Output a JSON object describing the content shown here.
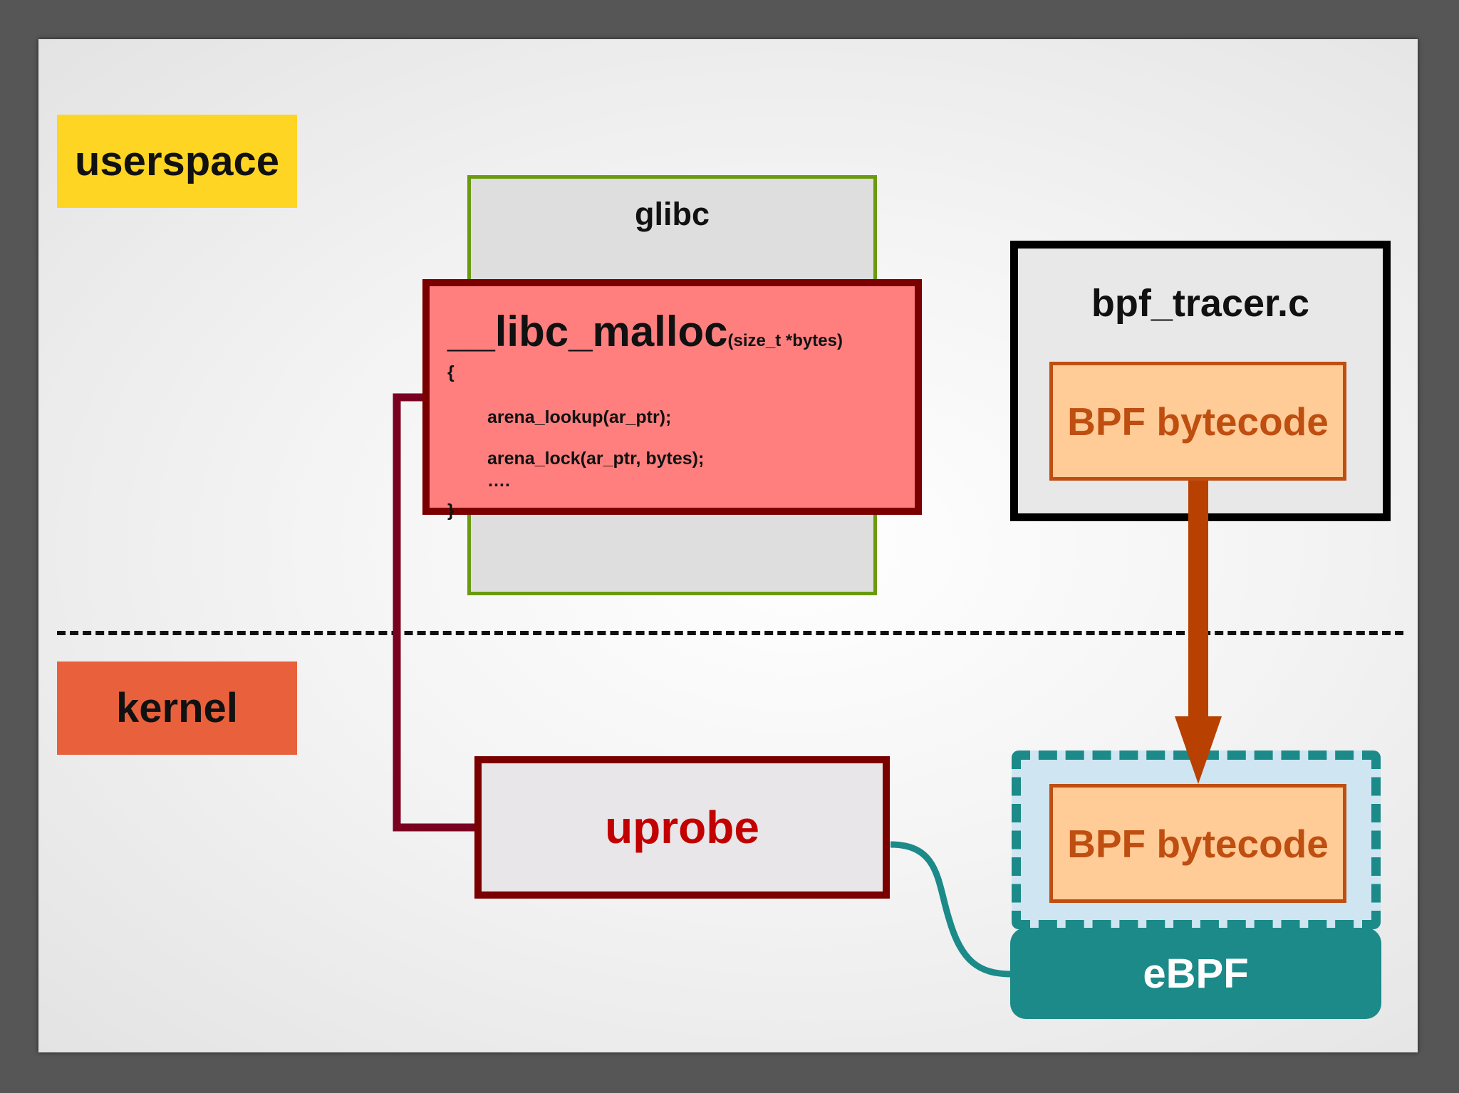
{
  "diagram": {
    "labels": {
      "userspace": "userspace",
      "kernel": "kernel"
    },
    "glibc": {
      "title": "glibc"
    },
    "malloc": {
      "name": "__libc_malloc",
      "args": "(size_t *bytes)",
      "code": [
        "{",
        "arena_lookup(ar_ptr);",
        "arena_lock(ar_ptr, bytes);",
        "….",
        "}"
      ]
    },
    "tracer": {
      "title": "bpf_tracer.c",
      "bytecode": "BPF bytecode"
    },
    "uprobe": {
      "label": "uprobe"
    },
    "ebpf": {
      "bytecode": "BPF bytecode",
      "label": "eBPF"
    },
    "colors": {
      "userspace_bg": "#ffd523",
      "kernel_bg": "#e8613c",
      "glibc_border": "#6a9a10",
      "malloc_bg": "#ff7f7f",
      "malloc_border": "#7a0000",
      "bytecode_fill": "#ffcb97",
      "bytecode_accent": "#bf4e11",
      "uprobe_text": "#c20000",
      "ebpf_teal": "#1b8a88",
      "ebpf_region": "#cfe5f2"
    }
  }
}
